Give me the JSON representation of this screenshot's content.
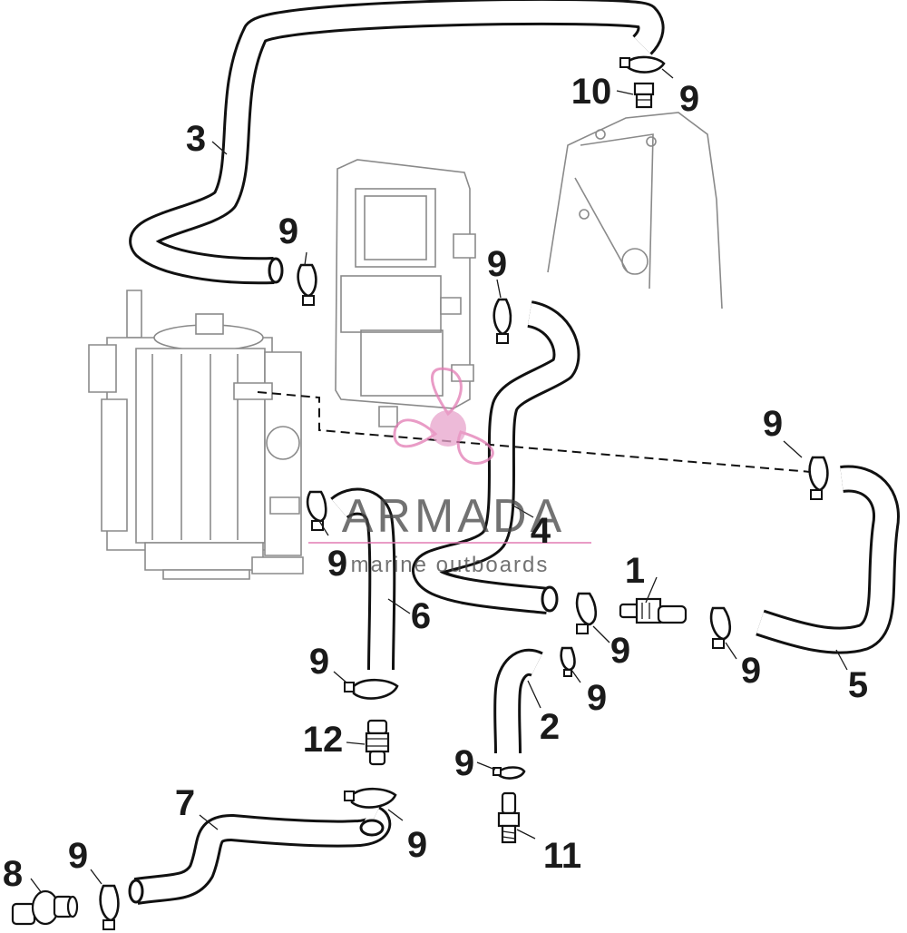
{
  "callouts": {
    "c1": "1",
    "c2": "2",
    "c3": "3",
    "c4": "4",
    "c5": "5",
    "c6": "6",
    "c7": "7",
    "c8": "8",
    "c9": "9",
    "c10": "10",
    "c11": "11",
    "c12": "12"
  },
  "watermark": {
    "brand": "ARMADA",
    "tagline": "marine outboards",
    "accent_color": "#d9469a"
  },
  "colors": {
    "line": "#111111",
    "ghost": "#8a8a8a",
    "background": "#ffffff"
  }
}
